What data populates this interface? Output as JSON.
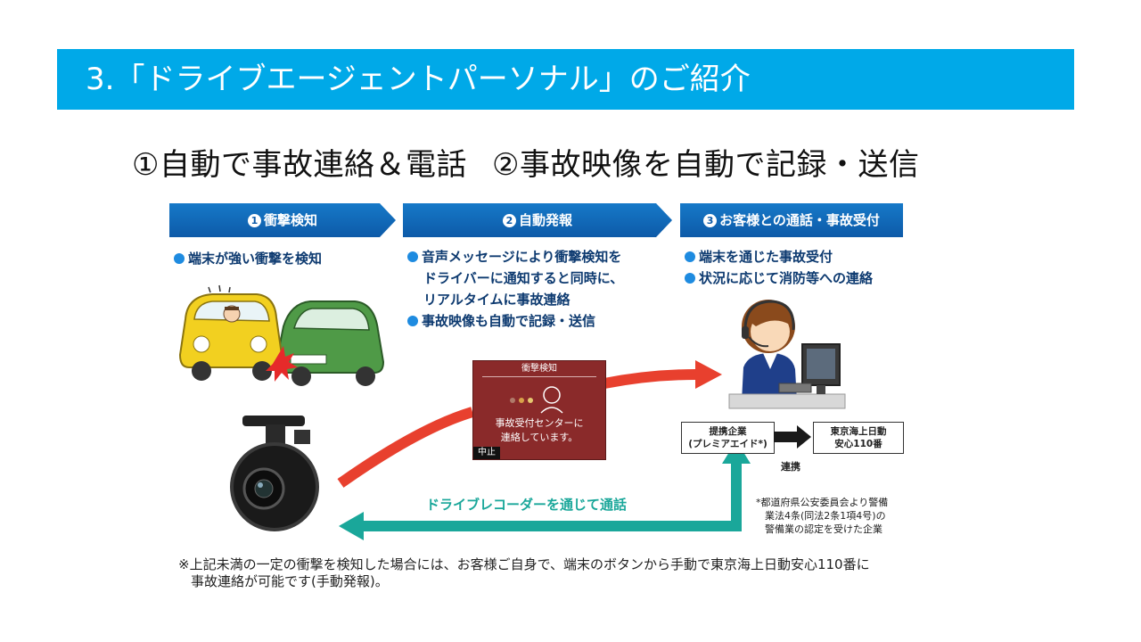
{
  "title": "3.「ドライブエージェントパーソナル」のご紹介",
  "subtitle": {
    "part1": "①自動で事故連絡＆電話",
    "part2": "②事故映像を自動で記録・送信"
  },
  "steps": [
    {
      "num": "1",
      "label": "衝撃検知"
    },
    {
      "num": "2",
      "label": "自動発報"
    },
    {
      "num": "3",
      "label": "お客様との通話・事故受付"
    }
  ],
  "step1_bullets": [
    "端末が強い衝撃を検知"
  ],
  "step2_bullets": [
    {
      "text": "音声メッセージにより衝撃検知を",
      "cont": [
        "ドライバーに通知すると同時に、",
        "リアルタイムに事故連絡"
      ]
    },
    {
      "text": "事故映像も自動で記録・送信",
      "cont": []
    }
  ],
  "step3_bullets": [
    "端末を通じた事故受付",
    "状況に応じて消防等への連絡"
  ],
  "screen": {
    "title": "衝撃検知",
    "message_line1": "事故受付センターに",
    "message_line2": "連絡しています。",
    "cancel": "中止"
  },
  "partner_box": {
    "line1": "提携企業",
    "line2": "(プレミアエイド*)"
  },
  "tokio_box": {
    "line1": "東京海上日動",
    "line2": "安心110番"
  },
  "link_label": "連携",
  "call_label": "ドライブレコーダーを通じて通話",
  "right_note": [
    "*都道府県公安委員会より警備",
    "業法4条(同法2条1項4号)の",
    "警備業の認定を受けた企業"
  ],
  "footnote": [
    "※上記未満の一定の衝撃を検知した場合には、お客様ご自身で、端末のボタンから手動で東京海上日動安心110番に",
    "事故連絡が可能です(手動発報)。"
  ],
  "colors": {
    "title_bar": "#00a9e8",
    "step_banner": "#0d5aa8",
    "red_arrow": "#e8402e",
    "teal_arrow": "#1aa79a",
    "screen_bg": "#8a2a2a"
  },
  "icons": [
    "crash-illustration",
    "dashcam-illustration",
    "operator-illustration",
    "alert-icon",
    "operator-headset-icon"
  ]
}
